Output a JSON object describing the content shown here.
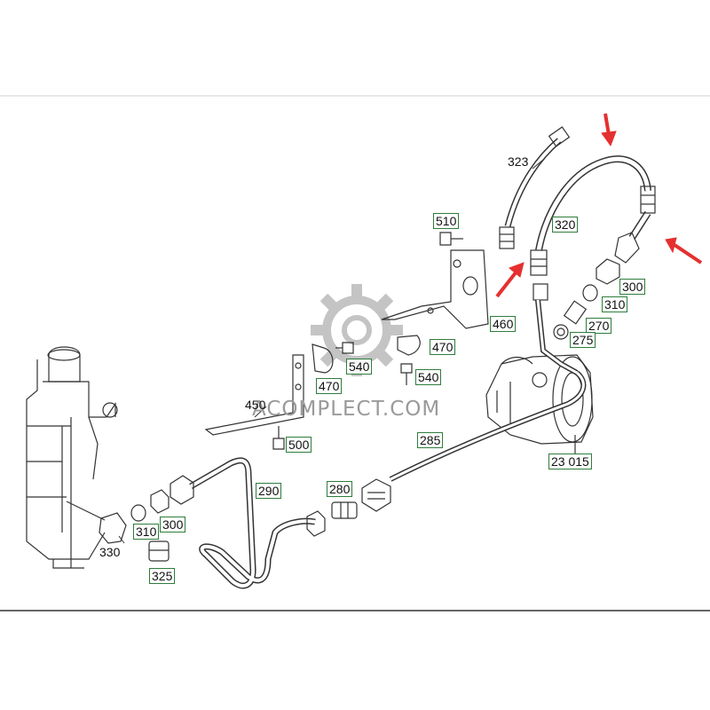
{
  "watermark": {
    "text": "ACOMPLECT.COM",
    "gear_icon": "gear-icon",
    "color": "#9a9a9a"
  },
  "colors": {
    "line": "#222222",
    "label_box": "#2e7d3c",
    "arrow": "#e53030",
    "background": "#ffffff"
  },
  "callouts": {
    "c323": "323",
    "c510": "510",
    "c320": "320",
    "c300a": "300",
    "c310a": "310",
    "c270": "270",
    "c275": "275",
    "c460": "460",
    "c470a": "470",
    "c540a": "540",
    "c470b": "470",
    "c540b": "540",
    "c450": "450",
    "c500": "500",
    "c285": "285",
    "c23015": "23 015",
    "c290": "290",
    "c280": "280",
    "c310b": "310",
    "c300b": "300",
    "c330": "330",
    "c325": "325"
  },
  "markers": [
    "red-arrow-icon",
    "red-arrow-icon",
    "red-arrow-icon"
  ]
}
